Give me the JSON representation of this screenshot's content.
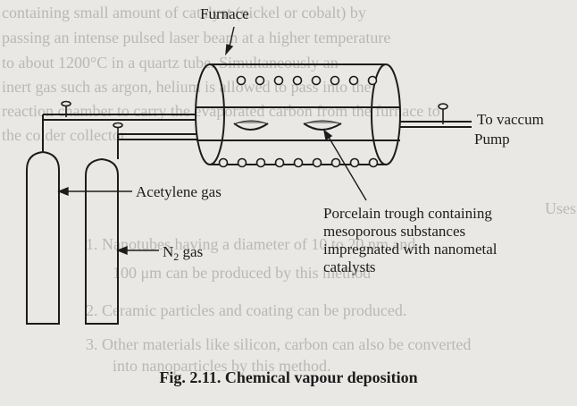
{
  "labels": {
    "furnace": "Furnace",
    "vacuum_line1": "To vaccum",
    "vacuum_line2": "Pump",
    "acetylene": "Acetylene gas",
    "nitrogen_main": "N",
    "nitrogen_sub": "2",
    "nitrogen_suffix": " gas",
    "trough_line1": "Porcelain trough containing",
    "trough_line2": "mesoporous substances",
    "trough_line3": "impregnated with nanometal",
    "trough_line4": "catalysts"
  },
  "caption": "Fig. 2.11. Chemical  vapour  deposition",
  "background_text": {
    "l1": "containing small amount of catalyst (nickel or cobalt) by",
    "l2": "passing an intense pulsed laser beam at a higher temperature",
    "l3": "to about 1200°C in a quartz tube. Simultaneously an",
    "l4": "inert gas such as argon, helium is allowed to pass into the",
    "l5": "reaction chamber to carry the evaporated carbon from the furnace to",
    "l6": "the colder collector.",
    "l7": "Uses",
    "l8": "1.  Nanotubes having a diameter of 10 to 20 nm and",
    "l9": "100 μm can be produced by this method",
    "l10": "2.  Ceramic particles and coating can be produced.",
    "l11": "3.  Other materials like silicon, carbon can also be converted",
    "l12": "into nanoparticles by this method."
  },
  "colors": {
    "ink": "#1c1c1c",
    "paper": "#e9e8e5",
    "ghost": "#b9b8b4"
  }
}
